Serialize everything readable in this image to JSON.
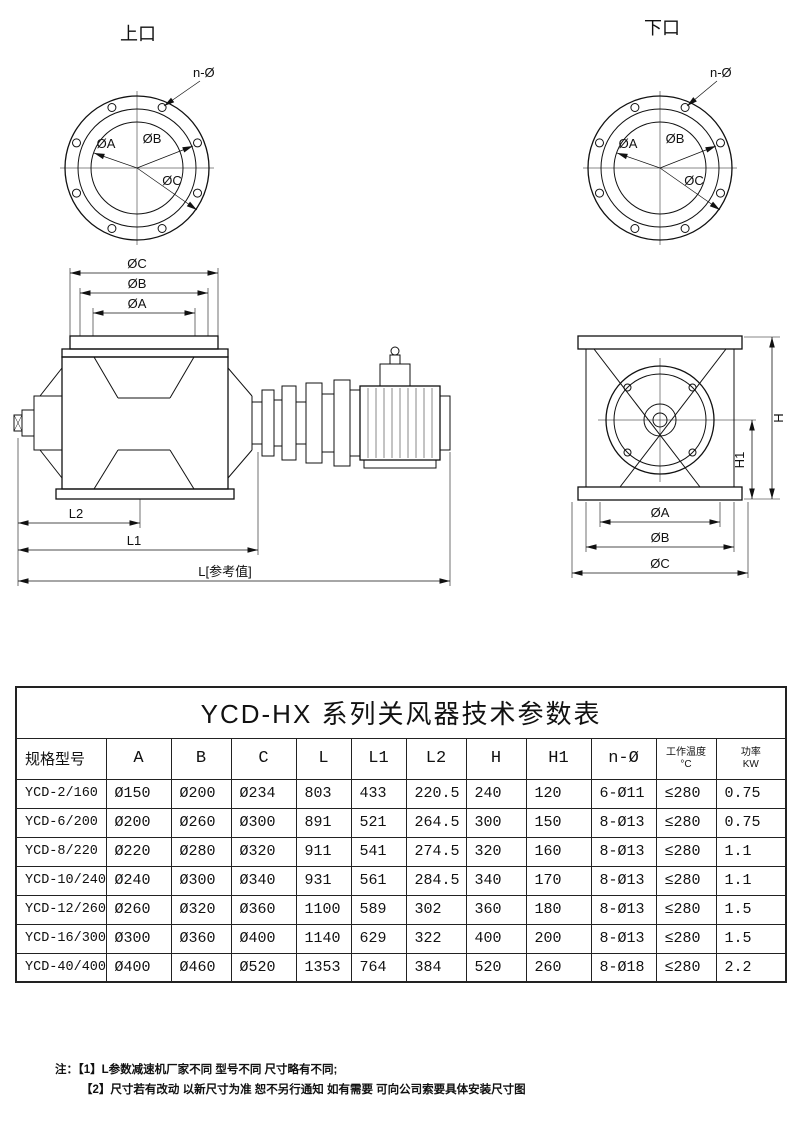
{
  "drawing": {
    "top_left_label": "上口",
    "top_right_label": "下口",
    "bolt_note": "n-Ø",
    "dia_a": "ØA",
    "dia_b": "ØB",
    "dia_c": "ØC",
    "len_l1": "L1",
    "len_l2": "L2",
    "len_l_ref": "L[参考值]",
    "h": "H",
    "h1": "H1"
  },
  "table": {
    "title": "YCD-HX 系列关风器技术参数表",
    "columns": [
      {
        "label": "规格型号"
      },
      {
        "label": "A"
      },
      {
        "label": "B"
      },
      {
        "label": "C"
      },
      {
        "label": "L"
      },
      {
        "label": "L1"
      },
      {
        "label": "L2"
      },
      {
        "label": "H"
      },
      {
        "label": "H1"
      },
      {
        "label": "n-Ø"
      },
      {
        "label": "工作温度",
        "sub": "°C"
      },
      {
        "label": "功率",
        "sub": "KW"
      }
    ],
    "rows": [
      [
        "YCD-2/160",
        "Ø150",
        "Ø200",
        "Ø234",
        "803",
        "433",
        "220.5",
        "240",
        "120",
        "6-Ø11",
        "≤280",
        "0.75"
      ],
      [
        "YCD-6/200",
        "Ø200",
        "Ø260",
        "Ø300",
        "891",
        "521",
        "264.5",
        "300",
        "150",
        "8-Ø13",
        "≤280",
        "0.75"
      ],
      [
        "YCD-8/220",
        "Ø220",
        "Ø280",
        "Ø320",
        "911",
        "541",
        "274.5",
        "320",
        "160",
        "8-Ø13",
        "≤280",
        "1.1"
      ],
      [
        "YCD-10/240",
        "Ø240",
        "Ø300",
        "Ø340",
        "931",
        "561",
        "284.5",
        "340",
        "170",
        "8-Ø13",
        "≤280",
        "1.1"
      ],
      [
        "YCD-12/260",
        "Ø260",
        "Ø320",
        "Ø360",
        "1100",
        "589",
        "302",
        "360",
        "180",
        "8-Ø13",
        "≤280",
        "1.5"
      ],
      [
        "YCD-16/300",
        "Ø300",
        "Ø360",
        "Ø400",
        "1140",
        "629",
        "322",
        "400",
        "200",
        "8-Ø13",
        "≤280",
        "1.5"
      ],
      [
        "YCD-40/400",
        "Ø400",
        "Ø460",
        "Ø520",
        "1353",
        "764",
        "384",
        "520",
        "260",
        "8-Ø18",
        "≤280",
        "2.2"
      ]
    ]
  },
  "notes": {
    "prefix": "注：",
    "items": [
      "【1】L参数减速机厂家不同 型号不同 尺寸略有不同;",
      "【2】尺寸若有改动 以新尺寸为准 恕不另行通知 如有需要 可向公司索要具体安装尺寸图"
    ]
  }
}
